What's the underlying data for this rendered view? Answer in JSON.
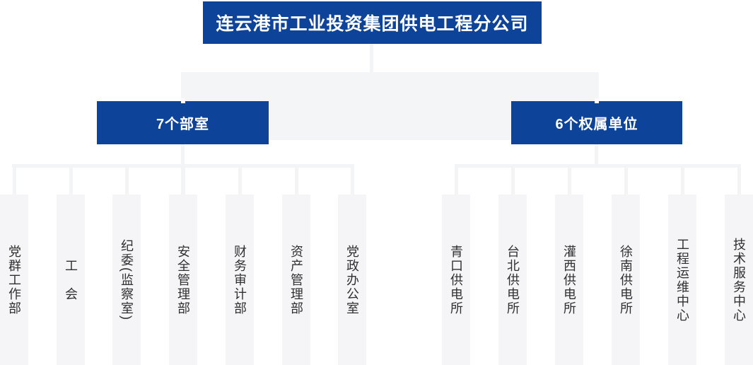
{
  "org_chart": {
    "root": {
      "title": "连云港市工业投资集团供电工程分公司"
    },
    "groups": [
      {
        "label": "7个部室",
        "children": [
          "党群工作部",
          "工　会",
          "纪委(监察室)",
          "安全管理部",
          "财务审计部",
          "资产管理部",
          "党政办公室"
        ]
      },
      {
        "label": "6个权属单位",
        "children": [
          "青口供电所",
          "台北供电所",
          "灌西供电所",
          "徐南供电所",
          "工程运维中心",
          "技术服务中心"
        ]
      }
    ],
    "colors": {
      "node_blue": "#0d4398",
      "node_text": "#ffffff",
      "connector_gray": "#f3f4f6",
      "band_gray": "#f4f5f6",
      "column_gray": "#f5f5f7",
      "text_dark": "#303030",
      "background": "#ffffff"
    }
  }
}
